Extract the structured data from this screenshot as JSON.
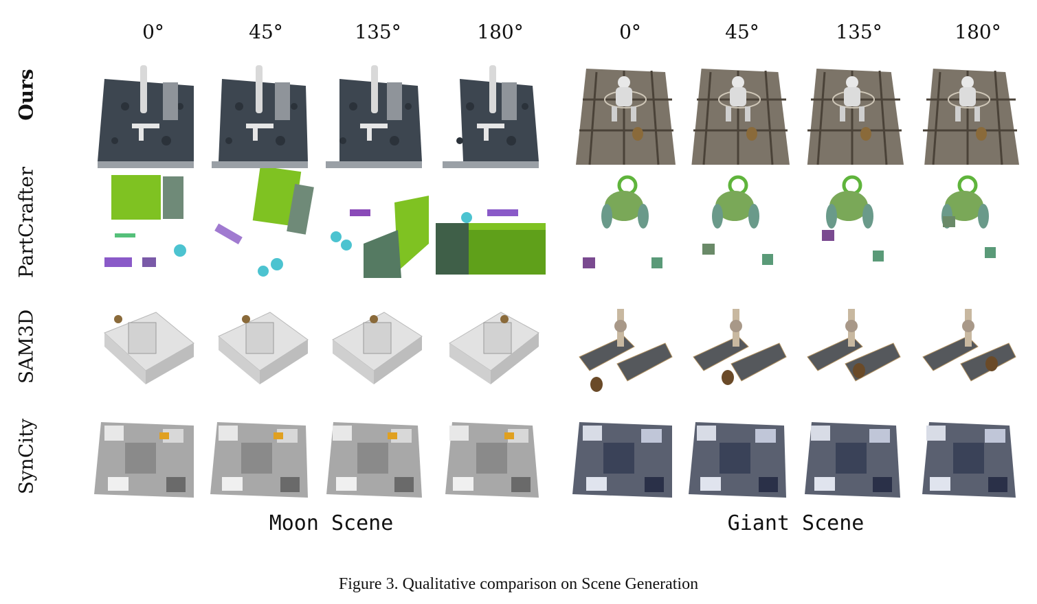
{
  "angles": [
    "0°",
    "45°",
    "135°",
    "180°",
    "0°",
    "45°",
    "135°",
    "180°"
  ],
  "rows": [
    {
      "label": "Ours",
      "style": "ours"
    },
    {
      "label": "PartCrafter",
      "style": "partcrafter"
    },
    {
      "label": "SAM3D",
      "style": "sam3d"
    },
    {
      "label": "SynCity",
      "style": "syncity"
    }
  ],
  "scenes": {
    "moon": "Moon Scene",
    "giant": "Giant Scene"
  },
  "caption": "Figure 3. Qualitative comparison on Scene Generation"
}
